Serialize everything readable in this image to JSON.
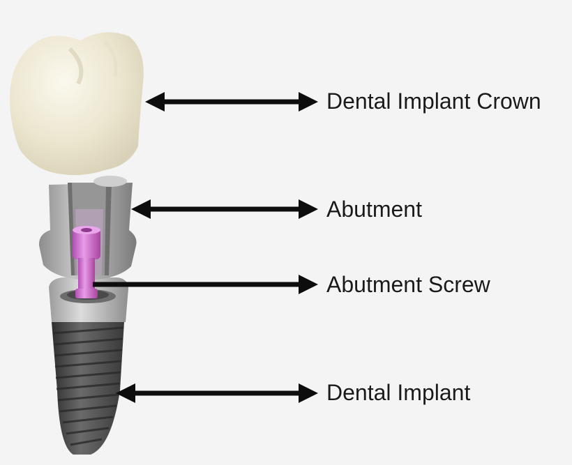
{
  "labels": {
    "crown": "Dental Implant Crown",
    "abutment": "Abutment",
    "abutment_screw": "Abutment Screw",
    "dental_implant": "Dental Implant"
  },
  "colors": {
    "background": "#f4f4f4",
    "crown": "#f2eddc",
    "abutment": "#a3a3a3",
    "screw": "#d77ad9",
    "implant_body": "#4e4e4e",
    "implant_collar": "#bdbdbd",
    "arrow": "#0d0d0d"
  }
}
